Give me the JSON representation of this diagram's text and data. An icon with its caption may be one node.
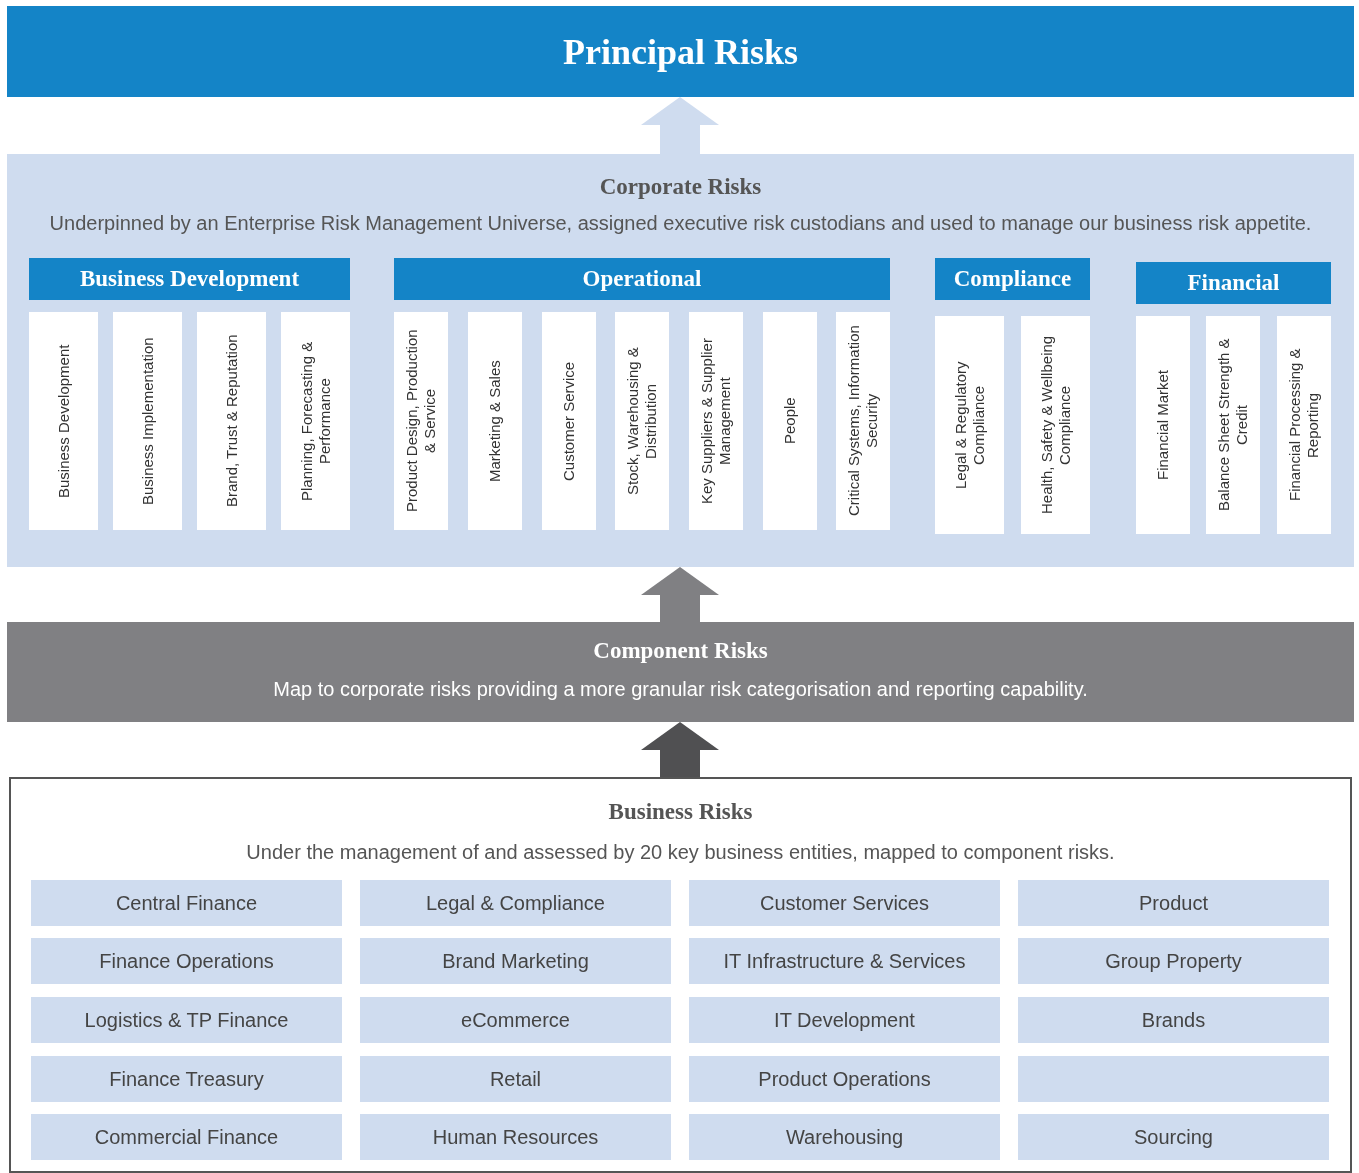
{
  "diagram": {
    "nodes": [
      {
        "text": [
          "Principal Risks"
        ]
      },
      {
        "text": [
          "Corporate Risks",
          "Underpinned by an Enterprise Risk Management Universe, assigned executive risk custodians and used to manage our business risk appetite."
        ]
      },
      {
        "text": [
          "Business Development"
        ],
        "in": 1
      },
      {
        "text": [
          "Business Development"
        ],
        "in": 1
      },
      {
        "text": [
          "Business Implementation"
        ],
        "in": 1
      },
      {
        "text": [
          "Brand, Trust & Reputation"
        ],
        "in": 1
      },
      {
        "text": [
          "Planning, Forecasting & Performance"
        ],
        "in": 1
      },
      {
        "text": [
          "Operational"
        ],
        "in": 1
      },
      {
        "text": [
          "Product Design, Production & Service"
        ],
        "in": 1
      },
      {
        "text": [
          "Marketing & Sales"
        ],
        "in": 1
      },
      {
        "text": [
          "Customer Service"
        ],
        "in": 1
      },
      {
        "text": [
          "Stock, Warehousing & Distribution"
        ],
        "in": 1
      },
      {
        "text": [
          "Key Suppliers & Supplier Management"
        ],
        "in": 1
      },
      {
        "text": [
          "People"
        ],
        "in": 1
      },
      {
        "text": [
          "Critical Systems, Information Security"
        ],
        "in": 1
      },
      {
        "text": [
          "Compliance"
        ],
        "in": 1
      },
      {
        "text": [
          "Legal & Regulatory Compliance"
        ],
        "in": 1
      },
      {
        "text": [
          "Health, Safety & Wellbeing Compliance"
        ],
        "in": 1
      },
      {
        "text": [
          "Financial"
        ],
        "in": 1
      },
      {
        "text": [
          "Financial Market"
        ],
        "in": 1
      },
      {
        "text": [
          "Balance Sheet Strength & Credit"
        ],
        "in": 1
      },
      {
        "text": [
          "Financial Processing & Reporting"
        ],
        "in": 1
      },
      {
        "text": [
          "Component Risks",
          "Map to corporate risks providing a more granular risk categorisation and reporting capability."
        ]
      },
      {
        "text": [
          "Business Risks",
          "Under the management of and assessed by 20 key business entities, mapped to component risks."
        ]
      },
      {
        "text": [
          "Central Finance"
        ],
        "in": 23
      },
      {
        "text": [
          "Legal & Compliance"
        ],
        "in": 23
      },
      {
        "text": [
          "Customer Services"
        ],
        "in": 23
      },
      {
        "text": [
          "Product"
        ],
        "in": 23
      },
      {
        "text": [
          "Finance Operations"
        ],
        "in": 23
      },
      {
        "text": [
          "Brand Marketing"
        ],
        "in": 23
      },
      {
        "text": [
          "IT Infrastructure & Services"
        ],
        "in": 23
      },
      {
        "text": [
          "Group Property"
        ],
        "in": 23
      },
      {
        "text": [
          "Logistics & TP Finance"
        ],
        "in": 23
      },
      {
        "text": [
          "eCommerce"
        ],
        "in": 23
      },
      {
        "text": [
          "IT Development"
        ],
        "in": 23
      },
      {
        "text": [
          "Brands"
        ],
        "in": 23
      },
      {
        "text": [
          "Finance Treasury"
        ],
        "in": 23
      },
      {
        "text": [
          "Retail"
        ],
        "in": 23
      },
      {
        "text": [
          "Product Operations"
        ],
        "in": 23
      },
      {
        "text": [],
        "shape": "box",
        "in": 23
      },
      {
        "text": [
          "Commercial Finance"
        ],
        "in": 23
      },
      {
        "text": [
          "Human Resources"
        ],
        "in": 23
      },
      {
        "text": [
          "Warehousing"
        ],
        "in": 23
      },
      {
        "text": [
          "Sourcing"
        ],
        "in": 23
      }
    ],
    "edges": [
      {
        "from": 23,
        "to": 22,
        "arrow": "to",
        "color": "#505052"
      },
      {
        "from": 22,
        "to": 1,
        "arrow": "to",
        "color": "#808083"
      },
      {
        "from": 1,
        "to": 0,
        "arrow": "to",
        "color": "#cfdcef"
      }
    ]
  }
}
